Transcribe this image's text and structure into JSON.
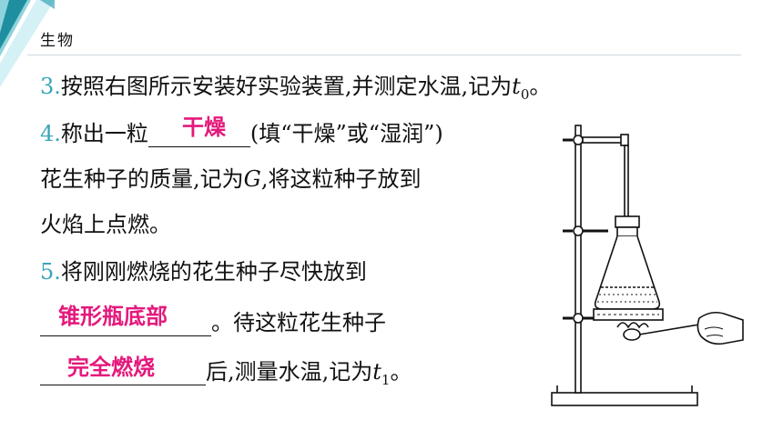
{
  "header": {
    "subject": "生物"
  },
  "steps": {
    "s3": {
      "num": "3.",
      "text": "按照右图所示安装好实验装置,并测定水温,记为",
      "var": "t",
      "sub": "0",
      "end": "。"
    },
    "s4": {
      "num": "4.",
      "pre": "称出一粒",
      "post": "(填“干燥”或“湿润”)",
      "line2a": "花生种子的质量,记为",
      "var": "G",
      "line2b": ",将这粒种子放到",
      "line3": "火焰上点燃。",
      "answer": "干燥"
    },
    "s5": {
      "num": "5.",
      "line1": "将刚刚燃烧的花生种子尽快放到",
      "answer1": "锥形瓶底部",
      "line2": "。待这粒花生种子",
      "answer2": "完全燃烧",
      "line3": "后,测量水温,记为",
      "var": "t",
      "sub": "1",
      "end": "。"
    }
  },
  "colors": {
    "accent": "#39a5ba",
    "answer": "#e4197c",
    "corner_dark": "#1f8fa0",
    "corner_light": "#8fd3dc"
  }
}
